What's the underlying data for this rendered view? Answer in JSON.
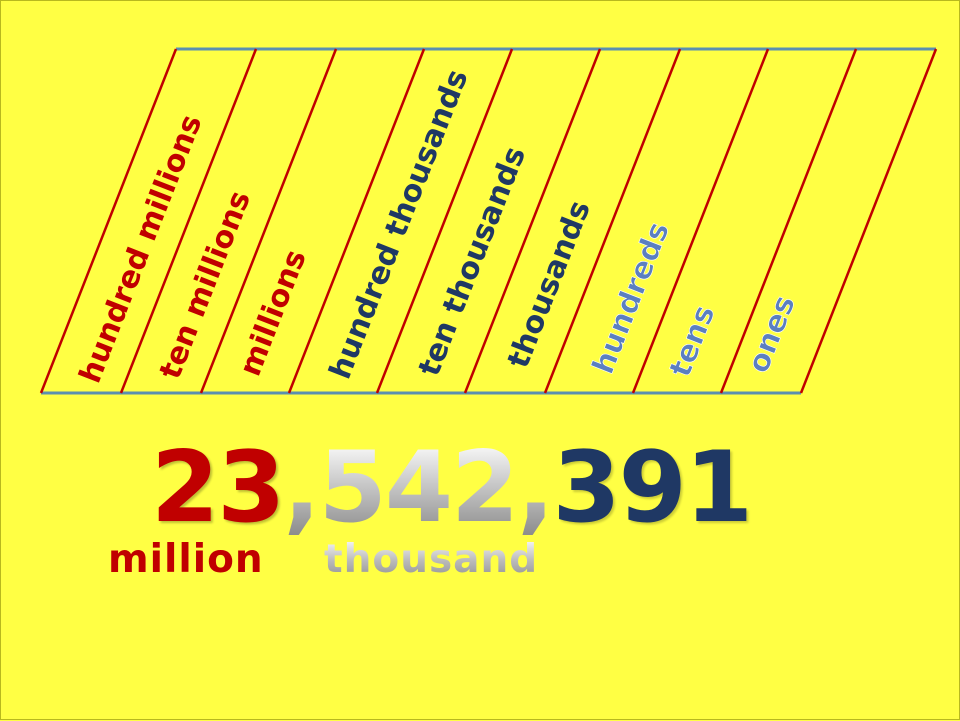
{
  "place_value_columns": [
    {
      "label": "hundred millions",
      "color": "#c00000"
    },
    {
      "label": "ten millions",
      "color": "#c00000"
    },
    {
      "label": "millions",
      "color": "#c00000"
    },
    {
      "label": "hundred thousands",
      "color": "#1f3864"
    },
    {
      "label": "ten thousands",
      "color": "#1f3864"
    },
    {
      "label": "thousands",
      "color": "#1f3864"
    },
    {
      "label": "hundreds",
      "color": "#5b7fc0"
    },
    {
      "label": "tens",
      "color": "#5b7fc0"
    },
    {
      "label": "ones",
      "color": "#5b7fc0"
    }
  ],
  "number": {
    "millions": "23",
    "comma1": ",",
    "thousands": "542",
    "comma2": ",",
    "ones": "391"
  },
  "period_names": {
    "millions": "million",
    "thousands": "thousand"
  },
  "colors": {
    "background": "#ffff44",
    "border_line": "#5b8fb0",
    "divider": "#c00000"
  }
}
